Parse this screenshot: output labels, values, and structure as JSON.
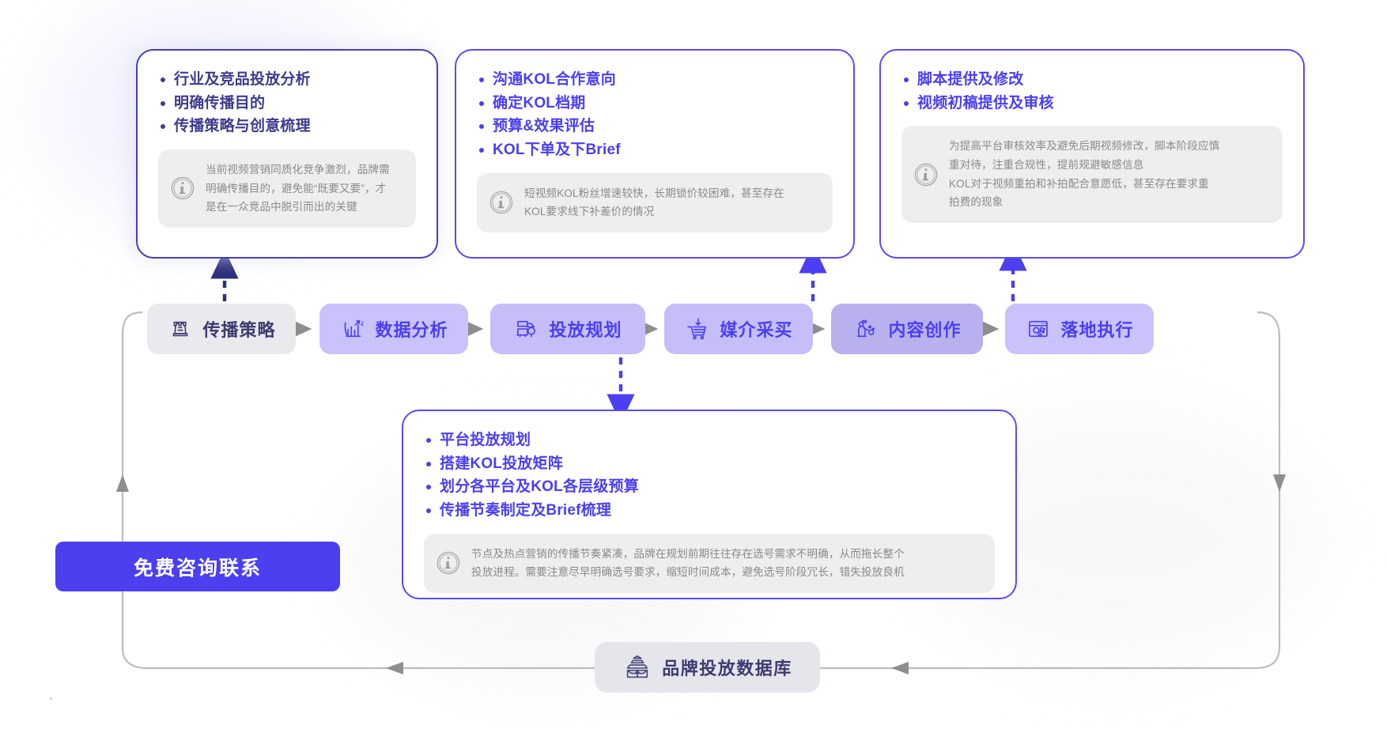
{
  "colors": {
    "accent": "#4b3ff0",
    "accent_dark": "#3e3b8c",
    "pill_light": "#c9c2fb",
    "pill_mid": "#c5bef9",
    "pill_dark": "#b9b1ee",
    "pill_gray": "#e9e9ee",
    "note_bg": "#eeeeee",
    "note_text": "#8a8a8a",
    "edge_gray": "#9a9a9a"
  },
  "cards": [
    {
      "id": "strategy-card",
      "bullets": [
        "行业及竞品投放分析",
        "明确传播目的",
        "传播策略与创意梳理"
      ],
      "note_icon": "info-icon",
      "note": [
        "当前视频营销同质化竞争激烈，品牌需",
        "明确传播目的，避免能“既要又要”，才",
        "是在一众竞品中脱引而出的关键"
      ]
    },
    {
      "id": "media-buy-card",
      "bullets": [
        "沟通KOL合作意向",
        "确定KOL档期",
        "预算&效果评估",
        "KOL下单及下Brief"
      ],
      "note_icon": "info-icon",
      "note": [
        "短视频KOL粉丝增速较快，长期锁价较困难，甚至存在",
        "KOL要求线下补差价的情况"
      ]
    },
    {
      "id": "content-card",
      "bullets": [
        "脚本提供及修改",
        "视频初稿提供及审核"
      ],
      "note_icon": "info-icon",
      "note": [
        "为提高平台审核效率及避免后期视频修改，脚本阶段应慎",
        "重对待，注重合规性，提前规避敏感信息",
        "KOL对于视频重拍和补拍配合意愿低，甚至存在要求重",
        "拍费的现象"
      ]
    },
    {
      "id": "planning-card",
      "bullets": [
        "平台投放规划",
        "搭建KOL投放矩阵",
        "划分各平台及KOL各层级预算",
        "传播节奏制定及Brief梳理"
      ],
      "note_icon": "info-icon",
      "note": [
        "节点及热点营销的传播节奏紧凑，品牌在规划前期往往存在选号需求不明确，从而拖长整个",
        "投放进程。需要注意尽早明确选号要求，缩短时间成本，避免选号阶段冗长，错失投放良机"
      ]
    }
  ],
  "pipeline": {
    "steps": [
      {
        "label": "传播策略",
        "icon": "chess-rook-icon",
        "style": "gray"
      },
      {
        "label": "数据分析",
        "icon": "bar-chart-icon",
        "style": "l1"
      },
      {
        "label": "投放规划",
        "icon": "projector-icon",
        "style": "l2"
      },
      {
        "label": "媒介采买",
        "icon": "shopping-cart-icon",
        "style": "l2"
      },
      {
        "label": "内容创作",
        "icon": "artist-icon",
        "style": "dark"
      },
      {
        "label": "落地执行",
        "icon": "browser-click-icon",
        "style": "l1"
      }
    ],
    "connector_icon": "arrow-right-icon"
  },
  "database": {
    "label": "品牌投放数据库",
    "icon": "database-upload-icon"
  },
  "cta": {
    "label": "免费咨询联系"
  },
  "stray_mark": "`"
}
